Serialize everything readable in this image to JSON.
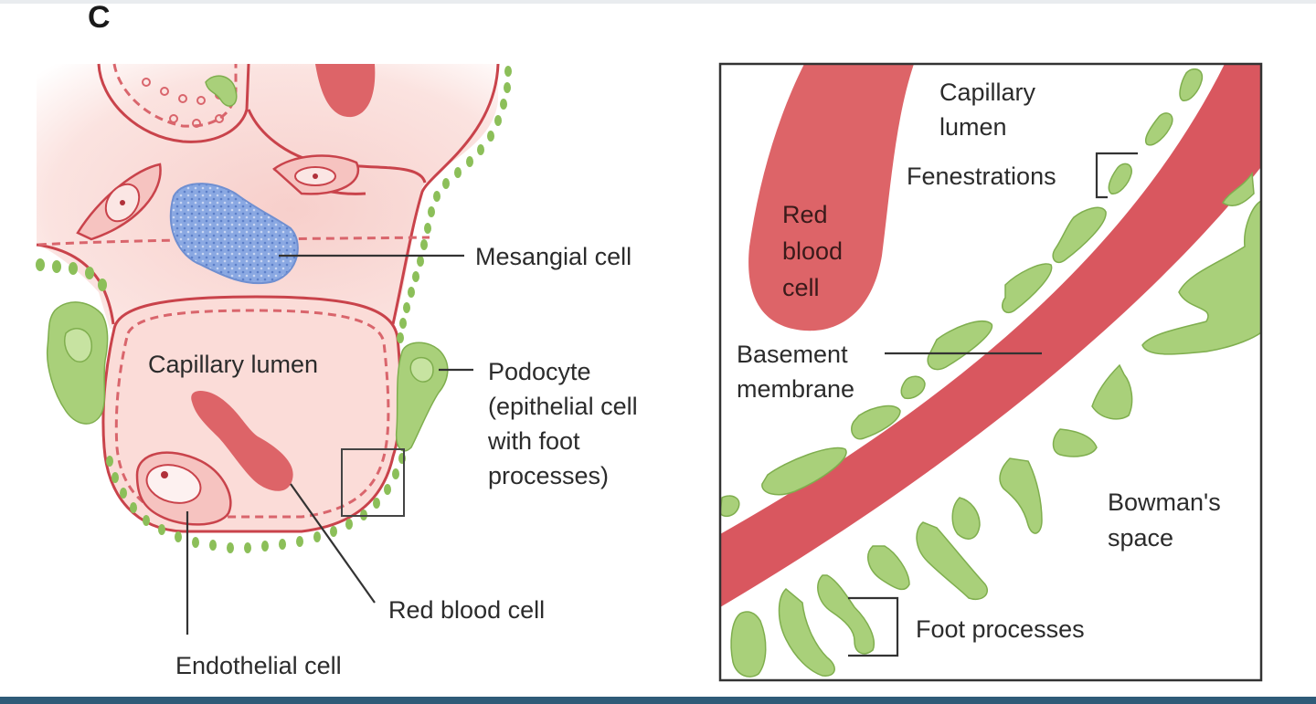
{
  "panel_letter": "C",
  "left_labels": {
    "mesangial_cell": "Mesangial cell",
    "capillary_lumen": "Capillary lumen",
    "podocyte": [
      "Podocyte",
      "(epithelial cell",
      "with foot",
      "processes)"
    ],
    "red_blood_cell": "Red blood cell",
    "endothelial_cell": "Endothelial cell"
  },
  "inset_labels": {
    "capillary_lumen": [
      "Capillary",
      "lumen"
    ],
    "fenestrations": "Fenestrations",
    "red_blood_cell": [
      "Red",
      "blood",
      "cell"
    ],
    "basement_membrane": [
      "Basement",
      "membrane"
    ],
    "bowmans_space": [
      "Bowman's",
      "space"
    ],
    "foot_processes": "Foot processes"
  },
  "colors": {
    "cytoplasm": "#f8d3cf",
    "membrane": "#c9434b",
    "red_blood_cell": "#dd6468",
    "basement_membrane": "#d9575f",
    "mesangial_cell": "#7f9fdc",
    "podocyte": "#a9d07a",
    "bottom_bar": "#2f5b78"
  }
}
